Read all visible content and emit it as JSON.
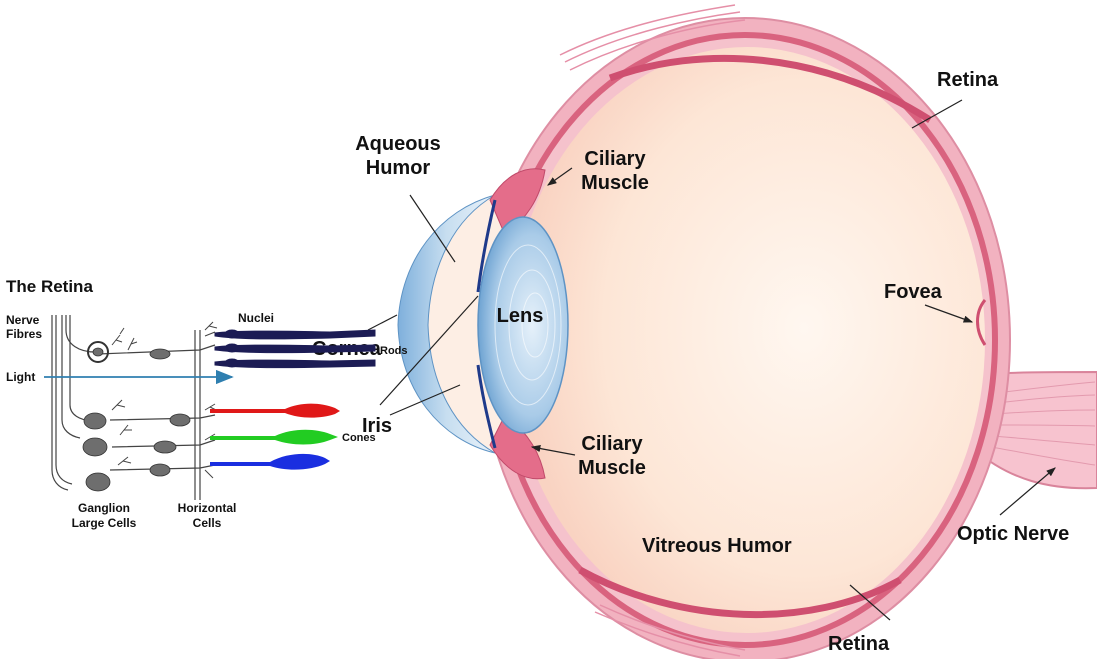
{
  "eye": {
    "aqueous_humor": [
      "Aqueous",
      "Humor"
    ],
    "ciliary_muscle_top": [
      "Ciliary",
      "Muscle"
    ],
    "ciliary_muscle_bottom": [
      "Ciliary",
      "Muscle"
    ],
    "retina_top": "Retina",
    "retina_bottom": "Retina",
    "fovea": "Fovea",
    "lens": "Lens",
    "cornea": "Cornea",
    "iris": "Iris",
    "vitreous_humor": "Vitreous Humor",
    "optic_nerve": "Optic Nerve"
  },
  "retina_inset": {
    "title": "The Retina",
    "nerve_fibres": [
      "Nerve",
      "Fibres"
    ],
    "nuclei": "Nuclei",
    "rods": "Rods",
    "light": "Light",
    "cones": "Cones",
    "ganglion": [
      "Ganglion",
      "Large Cells"
    ],
    "horizontal": [
      "Horizontal",
      "Cells"
    ]
  },
  "colors": {
    "sclera": "#f0a9b8",
    "choroid": "#d9637f",
    "interior": "#fde0cf",
    "cornea": "#a9c9e6",
    "lens": "#9cc4e4",
    "rods": "#1c1c55",
    "cone_red": "#e01818",
    "cone_green": "#22cc22",
    "cone_blue": "#1a2ee0",
    "light_arrow": "#2f7fb0"
  }
}
